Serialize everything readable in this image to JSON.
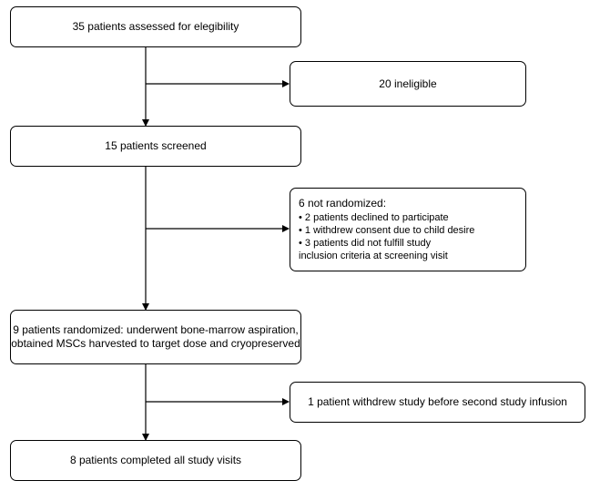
{
  "flow": {
    "assessed": "35 patients assessed for elegibility",
    "ineligible": "20 ineligible",
    "screened": "15 patients screened",
    "not_randomized": {
      "title": "6 not randomized:",
      "items": [
        "• 2 patients declined to participate",
        "• 1 withdrew consent due to child desire",
        "• 3 patients did not fulfill study",
        "inclusion criteria at screening visit"
      ]
    },
    "randomized": {
      "line1": "9 patients randomized: underwent bone-marrow aspiration,",
      "line2": "obtained MSCs harvested to target dose and cryopreserved"
    },
    "withdrew": "1 patient withdrew study before second study infusion",
    "completed": "8 patients completed all study visits"
  }
}
